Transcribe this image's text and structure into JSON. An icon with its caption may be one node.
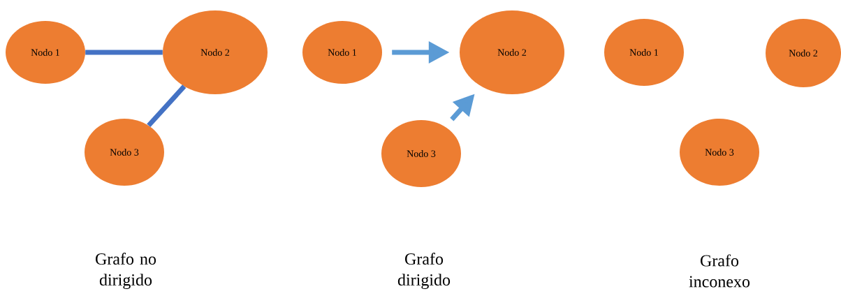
{
  "diagram": {
    "nodes": [
      {
        "text": [
          "Nodo 1"
        ]
      },
      {
        "text": [
          "Nodo 2"
        ]
      },
      {
        "text": [
          "Nodo 3"
        ]
      },
      {
        "text": [
          "Nodo 1"
        ]
      },
      {
        "text": [
          "Nodo 2"
        ]
      },
      {
        "text": [
          "Nodo 3"
        ]
      },
      {
        "text": [
          "Nodo 1"
        ]
      },
      {
        "text": [
          "Nodo 2"
        ]
      },
      {
        "text": [
          "Nodo 3"
        ]
      }
    ],
    "edges": [
      {
        "from": 0,
        "to": 1,
        "arrow": "none",
        "color": "#4472c4"
      },
      {
        "from": 2,
        "to": 1,
        "arrow": "none",
        "color": "#4472c4"
      },
      {
        "from": 3,
        "to": 4,
        "arrow": "to",
        "color": "#5b9bd5"
      },
      {
        "from": 5,
        "to": 4,
        "arrow": "to",
        "color": "#5b9bd5"
      }
    ],
    "labels": [
      "Grafo no dirigido",
      "Grafo dirigido",
      "Grafo inconexo"
    ]
  }
}
